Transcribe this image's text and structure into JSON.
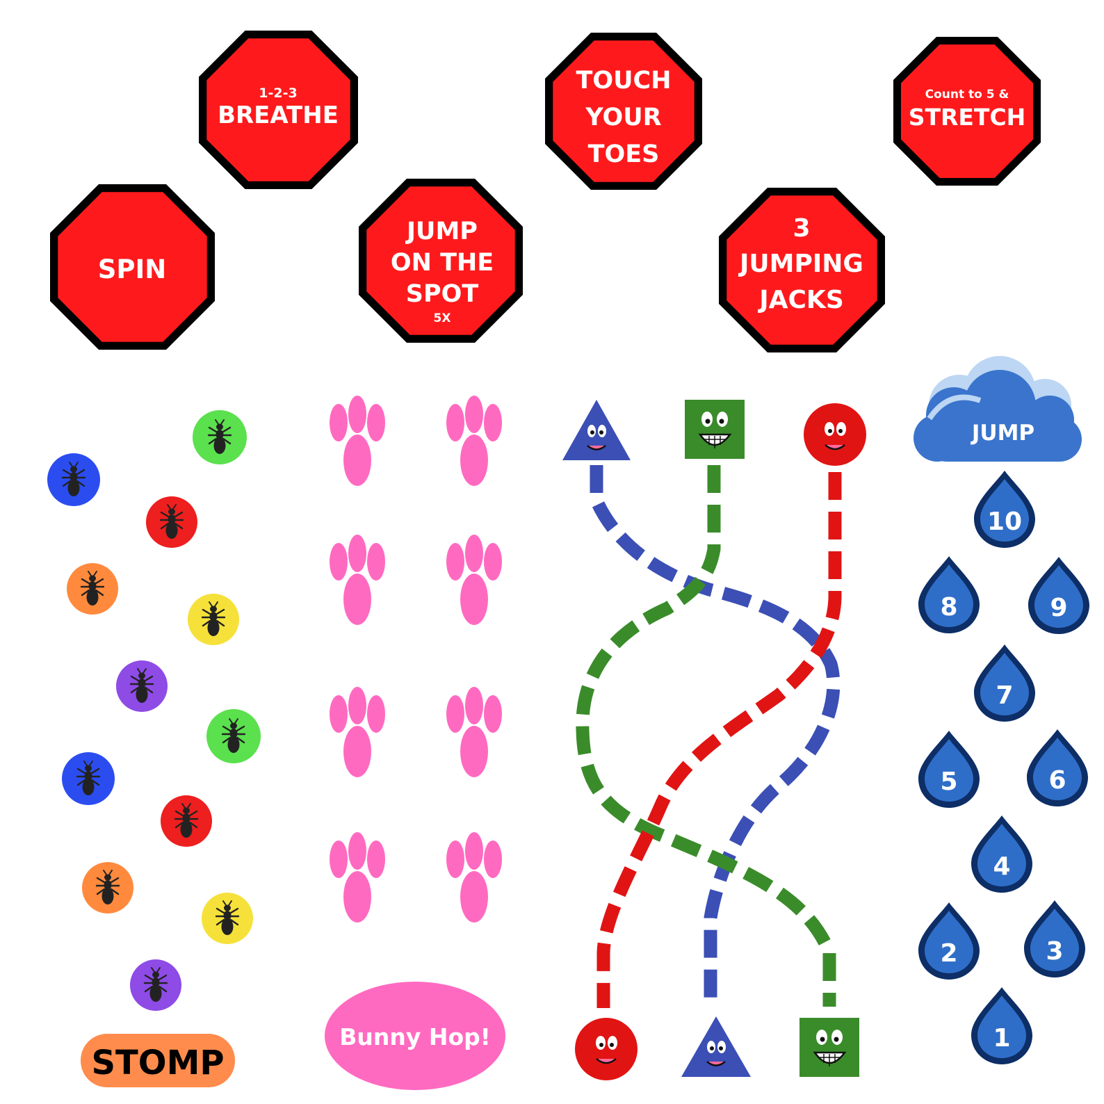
{
  "stop_signs": [
    {
      "id": "breathe",
      "lines": [
        "1-2-3",
        "BREATHE"
      ]
    },
    {
      "id": "touch-toes",
      "lines": [
        "TOUCH",
        "YOUR",
        "TOES"
      ]
    },
    {
      "id": "stretch",
      "lines": [
        "Count to 5 &",
        "STRETCH"
      ]
    },
    {
      "id": "spin",
      "lines": [
        "SPIN"
      ]
    },
    {
      "id": "jump-spot",
      "lines": [
        "JUMP",
        "ON THE",
        "SPOT",
        "5X"
      ]
    },
    {
      "id": "jumping-jacks",
      "lines": [
        "3",
        "JUMPING",
        "JACKS"
      ]
    }
  ],
  "ants": {
    "colors": [
      "#5be04e",
      "#2b4df0",
      "#ee1f1f",
      "#ff8a3d",
      "#f6e13a",
      "#8e4be6",
      "#5be04e",
      "#2b4df0",
      "#ee1f1f",
      "#ff8a3d",
      "#f6e13a",
      "#8e4be6"
    ]
  },
  "stomp_label": "STOMP",
  "bunny_hop_label": "Bunny Hop!",
  "cloud_label": "JUMP",
  "raindrops": [
    "10",
    "8",
    "9",
    "7",
    "5",
    "6",
    "4",
    "2",
    "3",
    "1"
  ],
  "colors": {
    "stop_red": "#fe1a1c",
    "stop_border": "#000000",
    "paw_pink": "#ff6ac1",
    "path_blue": "#3b4fb5",
    "path_green": "#3a8c2a",
    "path_red": "#e11414",
    "drop_blue": "#2f6ec8",
    "drop_border": "#0d2e66",
    "stomp_orange": "#ff8c4c",
    "cloud_blue": "#3a74cc",
    "cloud_light": "#bcd6f3"
  }
}
